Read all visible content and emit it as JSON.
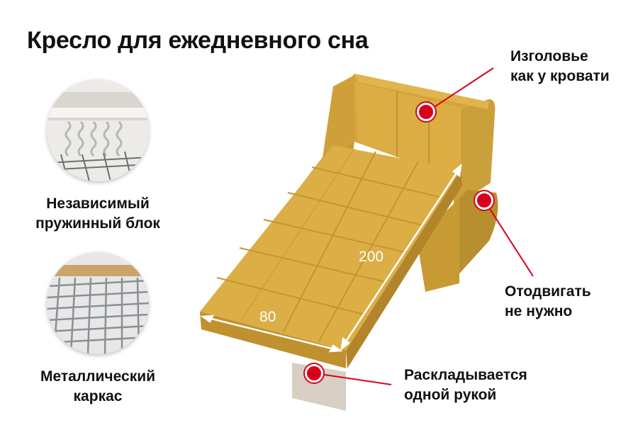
{
  "title": "Кресло для ежедневного сна",
  "features": {
    "springs": {
      "line1": "Независимый",
      "line2": "пружинный блок"
    },
    "frame": {
      "line1": "Металлический",
      "line2": "каркас"
    },
    "headboard": {
      "line1": "Изголовье",
      "line2": "как у кровати"
    },
    "no_move": {
      "line1": "Отодвигать",
      "line2": "не нужно"
    },
    "one_hand": {
      "line1": "Раскладывается",
      "line2": "одной рукой"
    }
  },
  "dimensions": {
    "width": "80",
    "length": "200"
  },
  "colors": {
    "upholstery": "#d9a93a",
    "marker": "#d9001b"
  }
}
